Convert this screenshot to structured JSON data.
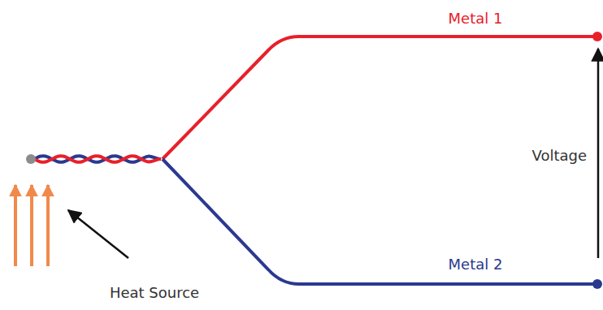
{
  "diagram": {
    "labels": [
      "Metal 1",
      "Voltage",
      "Metal 2",
      "Heat Source"
    ]
  }
}
